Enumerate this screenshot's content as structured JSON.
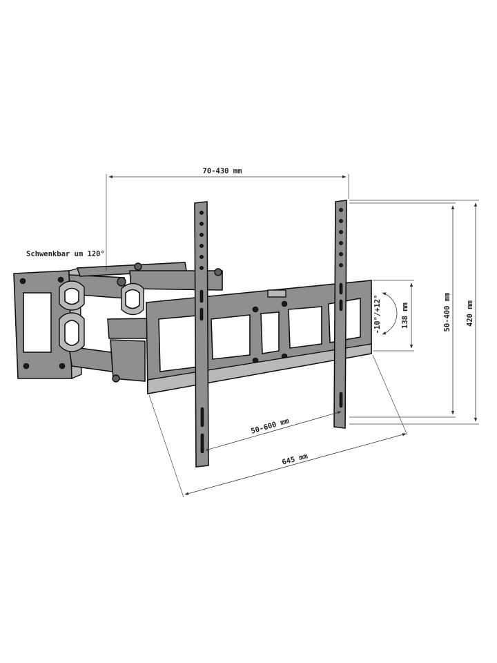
{
  "labels": {
    "swivel": "Schwenkbar um 120°",
    "width_range": "70-430 mm",
    "vesa_height": "50-400 mm",
    "total_height": "420 mm",
    "arm_height": "138 mm",
    "tilt": "-10°/+12°",
    "vesa_width": "50-600 mm",
    "total_width": "645 mm"
  },
  "colors": {
    "metal": "#8f8f8f",
    "metal_light": "#b9b9b9",
    "outline": "#111111",
    "dimension": "#333333"
  }
}
